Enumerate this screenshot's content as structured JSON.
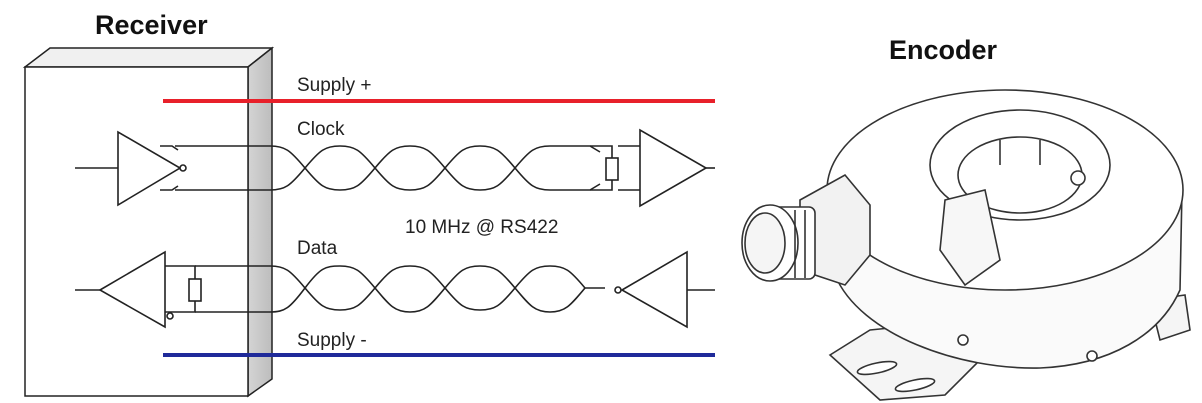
{
  "titles": {
    "receiver": "Receiver",
    "encoder": "Encoder"
  },
  "wires": {
    "supply_plus": "Supply +",
    "clock": "Clock",
    "data": "Data",
    "supply_minus": "Supply -",
    "rate": "10 MHz @ RS422"
  },
  "colors": {
    "supply_plus": "#e8202a",
    "supply_minus": "#1f2a9a",
    "line": "#222222",
    "box_fill": "#ffffff",
    "box_shade": "#c8c8c8"
  }
}
